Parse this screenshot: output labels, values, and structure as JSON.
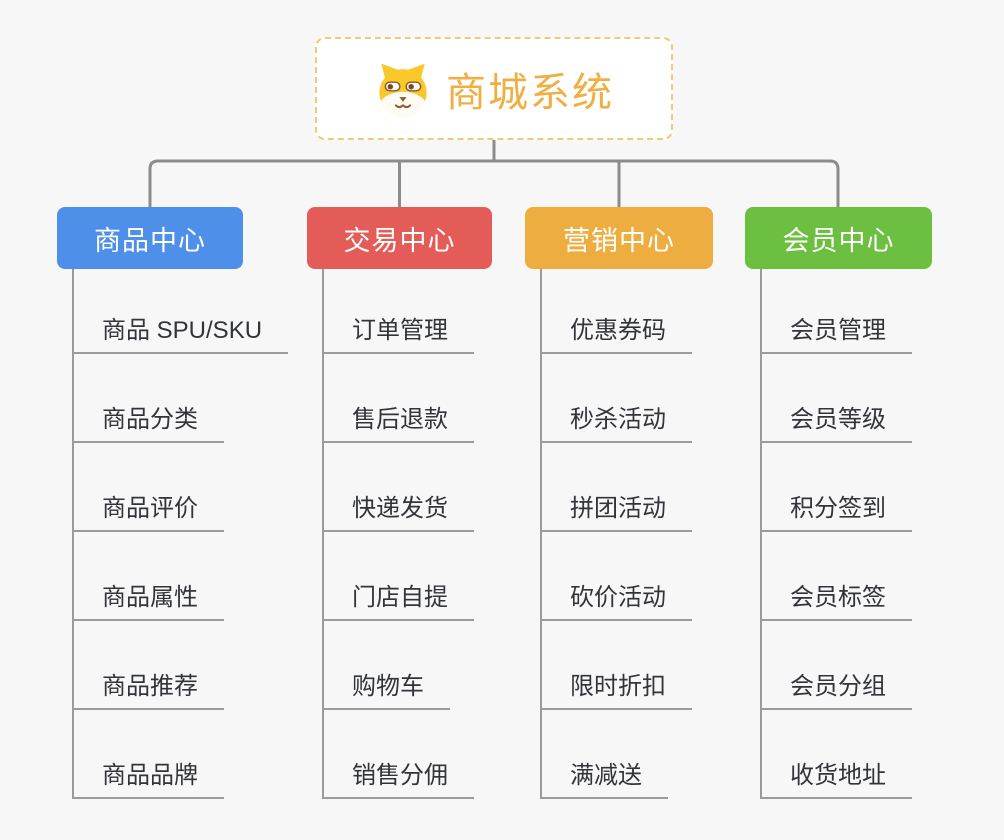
{
  "root": {
    "title": "商城系统",
    "icon": "dog-face-icon",
    "title_color": "#F0AE43",
    "border_color": "#F3C877"
  },
  "branches": [
    {
      "label": "商品中心",
      "color": "#4E8FE9",
      "items": [
        "商品 SPU/SKU",
        "商品分类",
        "商品评价",
        "商品属性",
        "商品推荐",
        "商品品牌"
      ]
    },
    {
      "label": "交易中心",
      "color": "#E45C57",
      "items": [
        "订单管理",
        "售后退款",
        "快递发货",
        "门店自提",
        "购物车",
        "销售分佣"
      ]
    },
    {
      "label": "营销中心",
      "color": "#EEAD41",
      "items": [
        "优惠券码",
        "秒杀活动",
        "拼团活动",
        "砍价活动",
        "限时折扣",
        "满减送"
      ]
    },
    {
      "label": "会员中心",
      "color": "#6CBF40",
      "items": [
        "会员管理",
        "会员等级",
        "积分签到",
        "会员标签",
        "会员分组",
        "收货地址"
      ]
    }
  ],
  "style": {
    "connector_color": "#8C8C8C",
    "underline_color": "#9B9B9B",
    "leaf_text_color": "#32343A",
    "background": "#F7F7F7"
  }
}
